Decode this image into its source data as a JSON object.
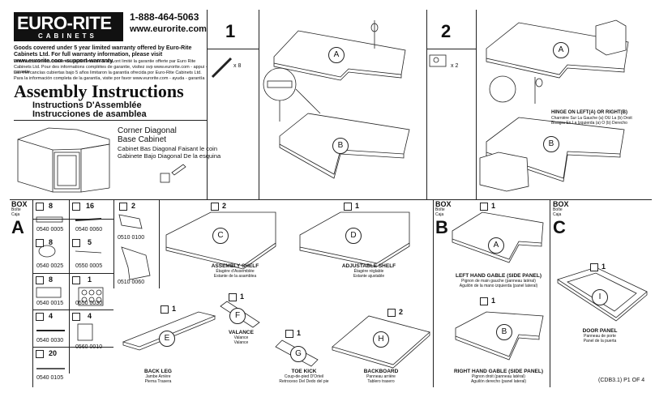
{
  "header": {
    "logo_main": "EURO-RITE",
    "logo_sub": "CABINETS",
    "phone": "1-888-464-5063",
    "website": "www.eurorite.com",
    "warranty_en": "Goods covered under 5 year limited warranty offered by Euro-Rite Cabinets Ltd. For full warranty information, please visit www.eurorite.com -support-warranty.",
    "warranty_fr": "Les marchandises couvertes au-dessous de 5 ans ont limité la garantie offerte par Euro Rite Cabinets Ltd. Pour des informations complètes de garantie, visitez svp www.eurorite.com - appui - garantie",
    "warranty_es": "Las mercancías cubiertas bajo 5 años limitaron la garantía ofrecida por Euro-Rite Cabinets Ltd. Para la información completa de la garantía, visite por favor www.eurorite.com - ayuda - garantía",
    "title": "Assembly Instructions",
    "title_fr": "Instructions D'Assemblée",
    "title_es": "Instrucciones de asamblea"
  },
  "cabinet": {
    "name_en_1": "Corner Diagonal",
    "name_en_2": "Base Cabinet",
    "name_fr": "Cabinet Bas Diagonal Faisant le coin",
    "name_es": "Gabinete Bajo Diagonal De la esquina"
  },
  "step1": {
    "number": "1",
    "qty": "x 8",
    "label_a": "A",
    "label_b": "B"
  },
  "step2": {
    "number": "2",
    "qty": "x 2",
    "label_a": "A",
    "label_b": "B",
    "hinge_title": "HINGE ON LEFT(A) OR RIGHT(B)",
    "hinge_fr": "Charnière Sur La Gauche (a) OU La (b) Droit",
    "hinge_es": "Bisagra En La Izquierda (a) O (b) Derecho"
  },
  "box_a": {
    "head": "BOX",
    "fr": "Boîte",
    "es": "Caja",
    "letter": "A",
    "hardware": [
      {
        "qty": "8",
        "pno": "0540 0005"
      },
      {
        "qty": "16",
        "pno": "0540 0060"
      },
      {
        "qty": "2",
        "pno": "0510 0100"
      },
      {
        "qty": "8",
        "pno": "0540 0025"
      },
      {
        "qty": "5",
        "pno": "0550 0005"
      },
      {
        "qty": "",
        "pno": "0510 0060"
      },
      {
        "qty": "8",
        "pno": "0540 0015"
      },
      {
        "qty": "1",
        "pno": "0550 0030"
      },
      {
        "qty": "4",
        "pno": "0540 0030"
      },
      {
        "qty": "4",
        "pno": "0560 0010"
      },
      {
        "qty": "20",
        "pno": "0540 0105"
      }
    ]
  },
  "parts_a": [
    {
      "letter": "C",
      "qty": "2",
      "name": "ASSEMBLY SHELF",
      "fr": "Étagère d'Assemblée",
      "es": "Estante de la asamblea"
    },
    {
      "letter": "D",
      "qty": "1",
      "name": "ADJUSTABLE SHELF",
      "fr": "Étagère réglable",
      "es": "Estante ajustable"
    },
    {
      "letter": "E",
      "qty": "1",
      "name": "BACK LEG",
      "fr": "Jambe Arrière",
      "es": "Pierna Trasera"
    },
    {
      "letter": "F",
      "qty": "1",
      "name": "VALANCE",
      "fr": "Valance",
      "es": "Valance"
    },
    {
      "letter": "G",
      "qty": "1",
      "name": "TOE KICK",
      "fr": "Coup-de-pied D'Orteil",
      "es": "Retroceso Del Dedo del pie"
    },
    {
      "letter": "H",
      "qty": "2",
      "name": "BACKBOARD",
      "fr": "Panneau arrière",
      "es": "Tablero trasero"
    }
  ],
  "box_b": {
    "head": "BOX",
    "fr": "Boîte",
    "es": "Caja",
    "letter": "B",
    "parts": [
      {
        "letter": "A",
        "qty": "1",
        "name": "LEFT HAND GABLE (SIDE PANEL)",
        "fr": "Pignon de main gauche (panneau latéral)",
        "es": "Aguilón de la mano izquierda (panel lateral)"
      },
      {
        "letter": "B",
        "qty": "1",
        "name": "RIGHT HAND GABLE (SIDE PANEL)",
        "fr": "Pignon droit (panneau latéral)",
        "es": "Aguilón derecho (panel lateral)"
      }
    ]
  },
  "box_c": {
    "head": "BOX",
    "fr": "Boîte",
    "es": "Caja",
    "letter": "C",
    "parts": [
      {
        "letter": "I",
        "qty": "1",
        "name": "DOOR PANEL",
        "fr": "Panneau de porte",
        "es": "Panel de la puerta"
      }
    ]
  },
  "footer": "(CDB3.1) P1 OF 4"
}
